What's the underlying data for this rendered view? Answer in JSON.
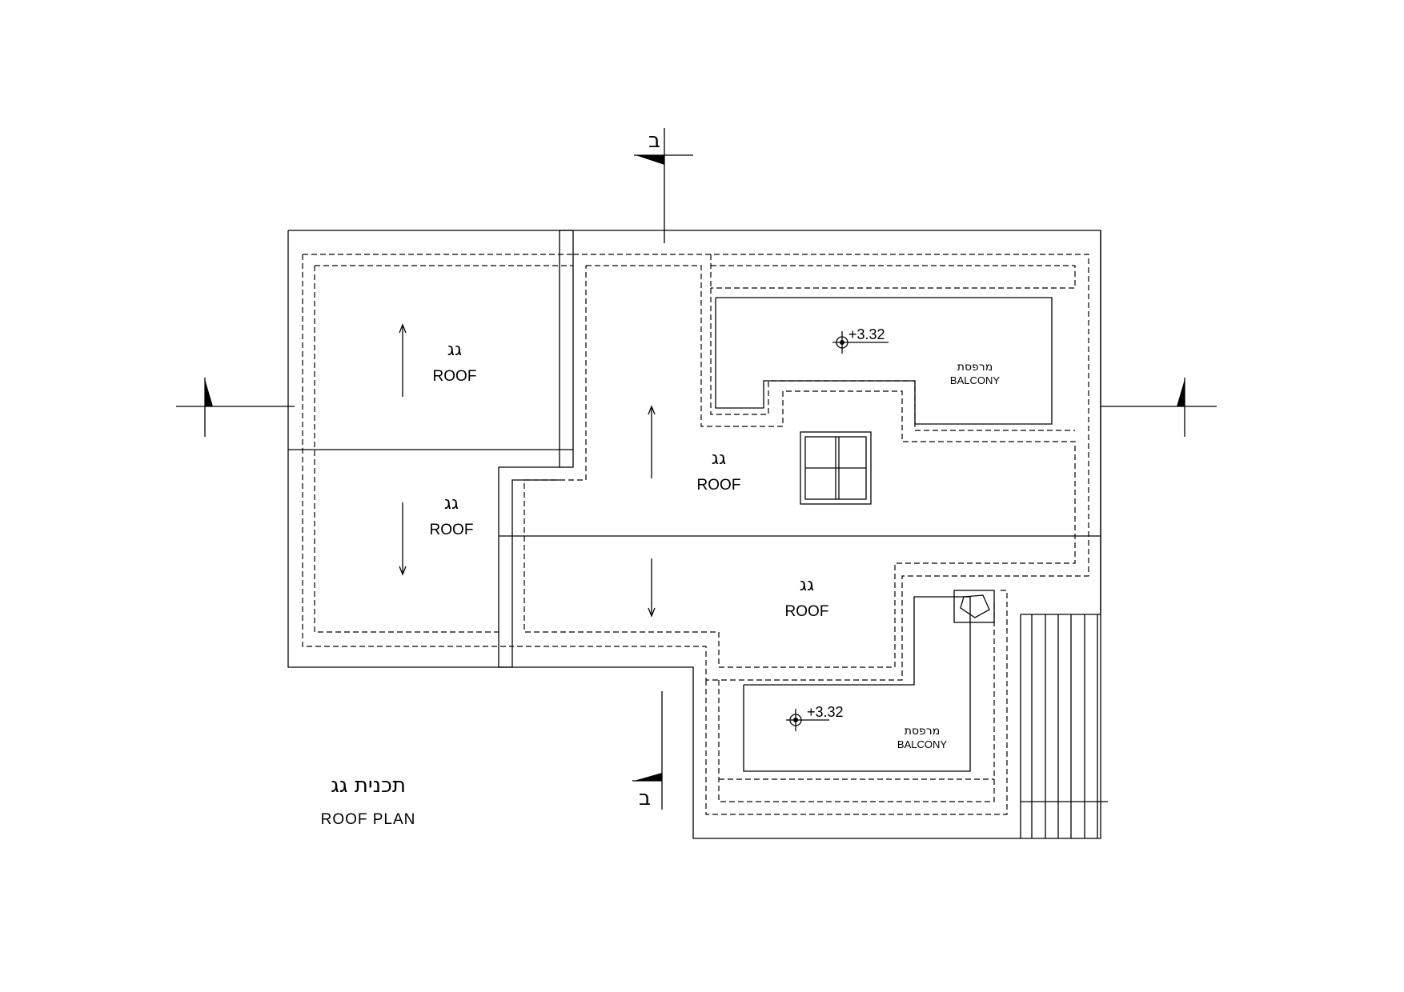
{
  "drawing": {
    "title_hebrew": "תכנית גג",
    "title_english": "ROOF PLAN"
  },
  "section_markers": {
    "b_label": "ב"
  },
  "roof_areas": [
    {
      "hebrew": "גג",
      "english": "ROOF"
    },
    {
      "hebrew": "גג",
      "english": "ROOF"
    },
    {
      "hebrew": "גג",
      "english": "ROOF"
    },
    {
      "hebrew": "גג",
      "english": "ROOF"
    }
  ],
  "balconies": [
    {
      "hebrew": "מרפסת",
      "english": "BALCONY",
      "level": "+3.32"
    },
    {
      "hebrew": "מרפסת",
      "english": "BALCONY",
      "level": "+3.32"
    }
  ],
  "colors": {
    "line": "#000000",
    "background": "#ffffff"
  }
}
